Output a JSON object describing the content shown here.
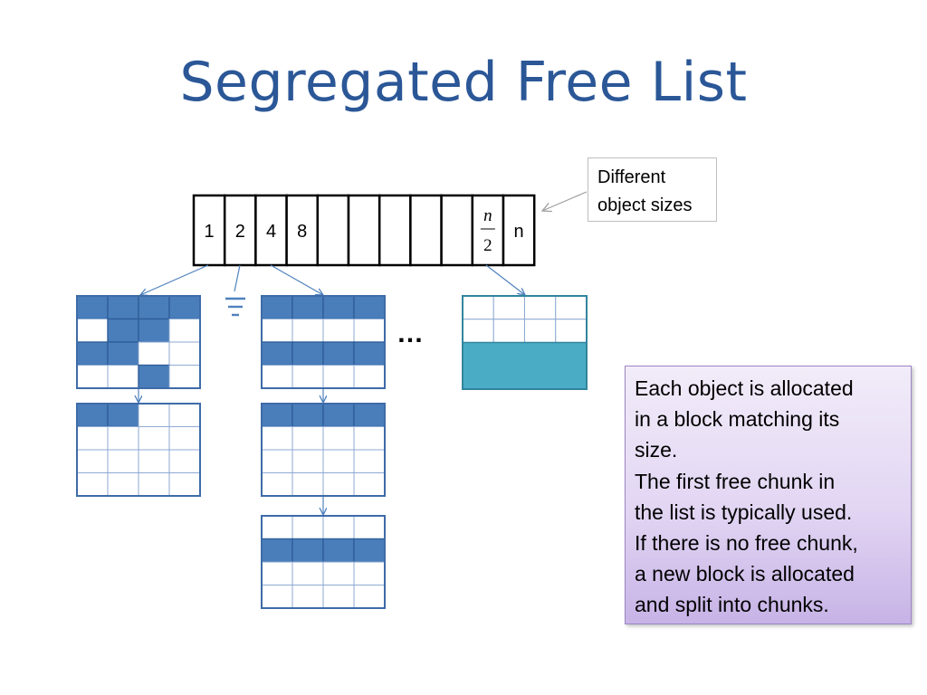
{
  "title": "Segregated Free List",
  "size_table": {
    "cells": [
      "1",
      "2",
      "4",
      "8",
      "",
      "",
      "",
      "",
      "",
      "n/2",
      "n"
    ],
    "fraction": {
      "numerator": "n",
      "denominator": "2"
    }
  },
  "callout": {
    "lines": [
      "Different",
      "object sizes"
    ]
  },
  "ellipsis": "…",
  "note": {
    "lines": [
      "Each object is allocated",
      "in a block matching its",
      "size.",
      "The first free chunk in",
      "the list is typically used.",
      "If there is no free chunk,",
      "a new block is allocated",
      "and split into chunks."
    ]
  },
  "colors": {
    "title": "#2b5797",
    "used_chunk": "#4a7ebb",
    "grid_line": "#3e6ba8",
    "large_chunk": "#4bacc6",
    "arrow": "#4f81bd"
  },
  "blocks": [
    {
      "name": "block-size1-a",
      "filled": [
        [
          1,
          1,
          1,
          1
        ],
        [
          0,
          1,
          1,
          0
        ],
        [
          1,
          1,
          0,
          0
        ],
        [
          0,
          0,
          1,
          0
        ]
      ]
    },
    {
      "name": "block-size1-b",
      "filled": [
        [
          1,
          1,
          0,
          0
        ],
        [
          0,
          0,
          0,
          0
        ],
        [
          0,
          0,
          0,
          0
        ],
        [
          0,
          0,
          0,
          0
        ]
      ]
    },
    {
      "name": "block-size4-a",
      "filled": [
        [
          1,
          1,
          1,
          1
        ],
        [
          0,
          0,
          0,
          0
        ],
        [
          1,
          1,
          1,
          1
        ],
        [
          0,
          0,
          0,
          0
        ]
      ]
    },
    {
      "name": "block-size4-b",
      "filled": [
        [
          1,
          1,
          1,
          1
        ],
        [
          0,
          0,
          0,
          0
        ],
        [
          0,
          0,
          0,
          0
        ],
        [
          0,
          0,
          0,
          0
        ]
      ]
    },
    {
      "name": "block-size4-c",
      "filled": [
        [
          0,
          0,
          0,
          0
        ],
        [
          1,
          1,
          1,
          1
        ],
        [
          0,
          0,
          0,
          0
        ],
        [
          0,
          0,
          0,
          0
        ]
      ]
    }
  ],
  "large_block": {
    "name": "block-size-half-n",
    "empty_rows": 2,
    "filled_chunks": 1
  }
}
